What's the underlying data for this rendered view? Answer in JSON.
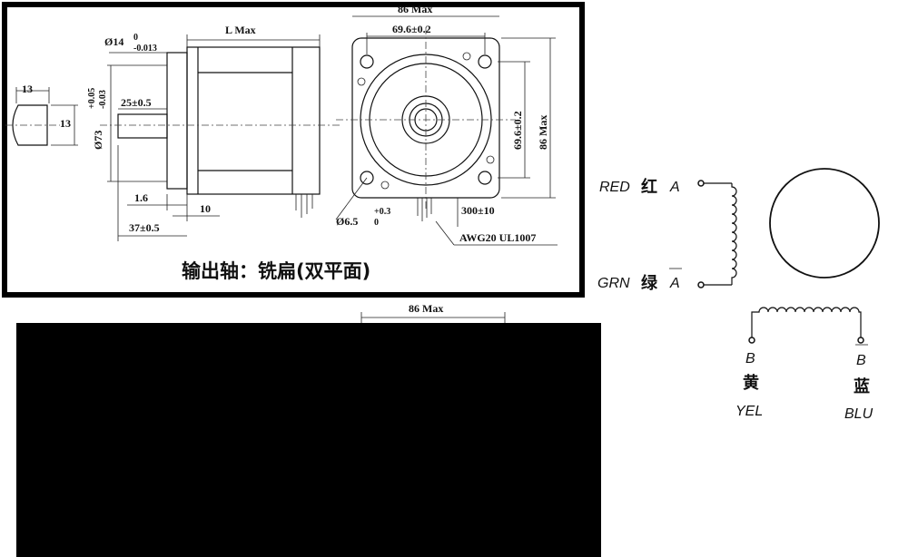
{
  "drawing": {
    "shaft_end": {
      "width": "13",
      "height": "13"
    },
    "side": {
      "shaft_dia": "Ø14",
      "shaft_tol_upper": "0",
      "shaft_tol_lower": "-0.013",
      "body_length": "L Max",
      "flat_length": "25±0.5",
      "pilot_dia": "Ø73",
      "pilot_tol_upper": "+0.05",
      "pilot_tol_lower": "-0.03",
      "pilot_depth": "1.6",
      "flange_thickness": "10",
      "shaft_length": "37±0.5"
    },
    "front": {
      "overall_width": "86 Max",
      "hole_spacing_h": "69.6±0.2",
      "hole_spacing_v": "69.6±0.2",
      "overall_height": "86 Max",
      "hole_dia": "Ø6.5",
      "hole_tol_upper": "+0.3",
      "hole_tol_lower": "0",
      "lead_length": "300±10",
      "wire_spec": "AWG20 UL1007"
    },
    "caption": "输出轴：铣扁(双平面)"
  },
  "second_drawing": {
    "overall_width": "86 Max"
  },
  "wiring": {
    "phase_a": {
      "color_en": "RED",
      "color_cn": "红",
      "terminal": "A"
    },
    "phase_a_bar": {
      "color_en": "GRN",
      "color_cn": "绿",
      "terminal": "A"
    },
    "phase_b": {
      "terminal": "B",
      "color_cn": "黄",
      "color_en": "YEL"
    },
    "phase_b_bar": {
      "terminal": "B",
      "color_cn": "蓝",
      "color_en": "BLU"
    }
  }
}
